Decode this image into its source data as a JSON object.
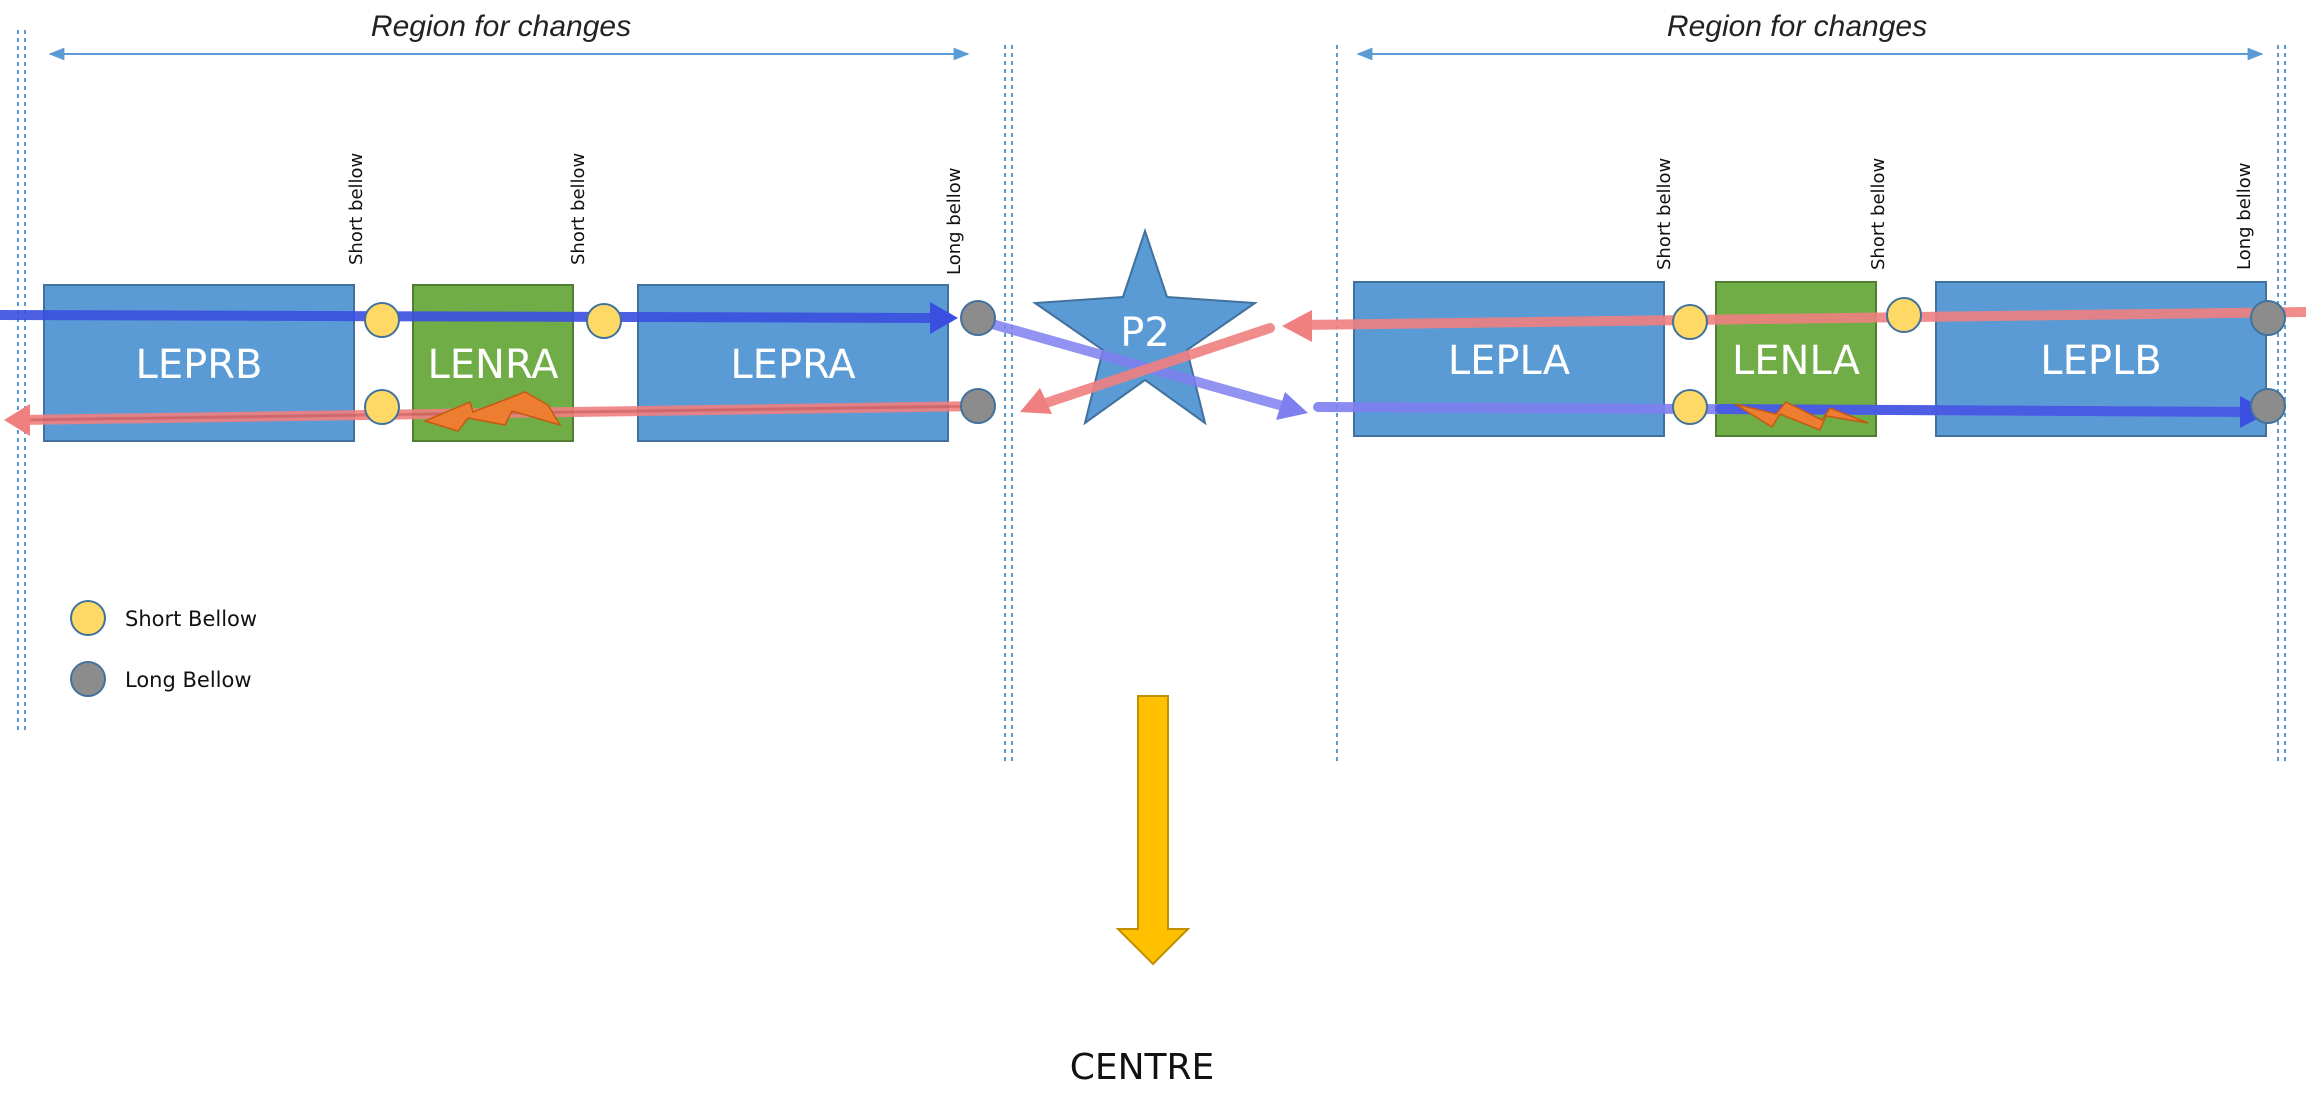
{
  "regions": [
    {
      "title": "Region for changes"
    },
    {
      "title": "Region for changes"
    }
  ],
  "boxes": {
    "leprb": "LEPRB",
    "lenra": "LENRA",
    "lepra": "LEPRA",
    "lepla": "LEPLA",
    "lenla": "LENLA",
    "leplb": "LEPLB"
  },
  "point": "P2",
  "bellow_labels": {
    "short": "Short bellow",
    "long": "Long bellow"
  },
  "legend": {
    "short": "Short Bellow",
    "long": "Long Bellow"
  },
  "centre": "CENTRE",
  "colors": {
    "box_blue": "#5b9bd5",
    "box_green": "#70ad47",
    "short_bellow": "#ffd966",
    "long_bellow": "#8c8c8c",
    "beam_blue": "#3a4fe0",
    "beam_red": "#f08080",
    "centre_arrow": "#ffc000",
    "guide_line": "#5b9bd5"
  }
}
